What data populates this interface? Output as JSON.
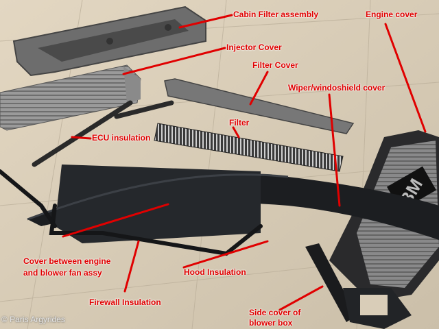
{
  "labels": {
    "cabin_filter": "Cabin Filter assembly",
    "engine_cover": "Engine cover",
    "injector_cover": "Injector Cover",
    "filter_cover": "Filter Cover",
    "wiper_cover": "Wiper/windoshield cover",
    "ecu_insulation": "ECU insulation",
    "filter": "Filter",
    "cover_between_1": "Cover between engine",
    "cover_between_2": "and blower fan assy",
    "hood_insulation": "Hood Insulation",
    "firewall_insulation": "Firewall Insulation",
    "side_cover_1": "Side cover of",
    "side_cover_2": "blower box"
  },
  "credit": "© Paris Argyrides",
  "engine_badge": "BM",
  "colors": {
    "label": "#e00000",
    "floor": "#d9cdb8",
    "plastic": "#1f2226"
  }
}
